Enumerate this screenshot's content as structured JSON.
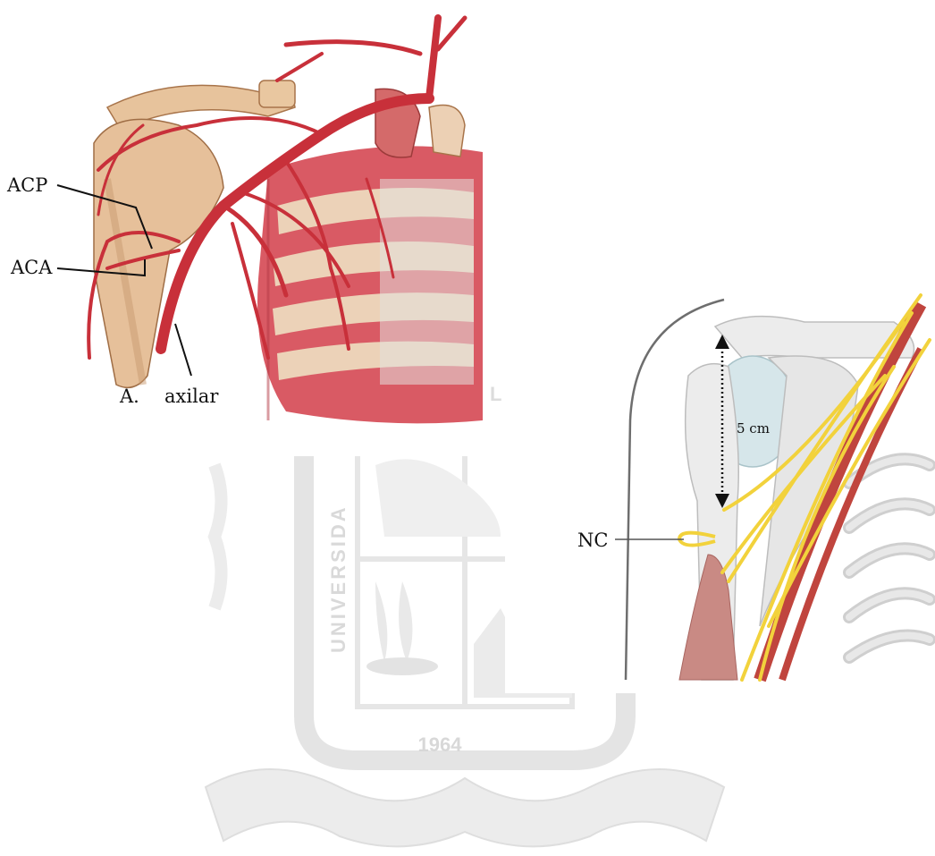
{
  "watermark": {
    "year": "1964",
    "vertical_text": "UNIVERSIDA",
    "top_letter": "L",
    "color": "#e3e3e3"
  },
  "figure_left": {
    "labels": {
      "acp": "ACP",
      "aca": "ACA",
      "artery_prefix": "A.",
      "artery_name": "axilar"
    },
    "colors": {
      "artery": "#c8303a",
      "bone": "#e8c8a0",
      "muscle": "#d9606a"
    }
  },
  "figure_right": {
    "labels": {
      "distance": "5 cm",
      "nerve": "NC"
    },
    "colors": {
      "nerve": "#f2d23c",
      "artery": "#c0453e",
      "bone": "#e8e8e8",
      "cartilage": "#d6e6ea",
      "muscle": "#c98a84"
    }
  }
}
